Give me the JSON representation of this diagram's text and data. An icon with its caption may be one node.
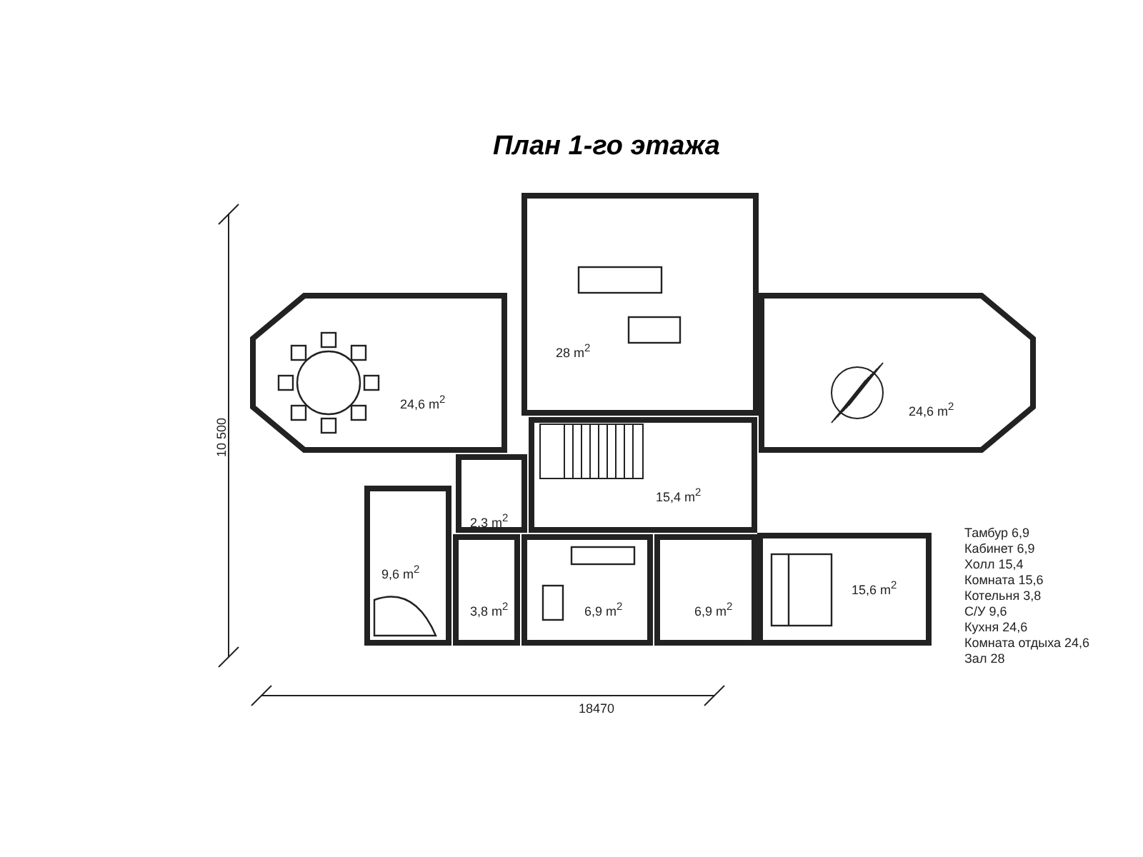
{
  "diagram": {
    "title": "План 1-го этажа",
    "nodes": [
      {
        "text": [
          "28 m$^{2}$"
        ]
      },
      {
        "text": [
          "24,6 m$^{2}$"
        ]
      },
      {
        "text": [
          "24,6 m$^{2}$"
        ]
      },
      {
        "text": [
          "15,4 m$^{2}$"
        ]
      },
      {
        "text": [
          "2,3 m$^{2}$"
        ]
      },
      {
        "text": [
          "9,6 m$^{2}$"
        ]
      },
      {
        "text": [
          "15,6 m$^{2}$"
        ]
      },
      {
        "text": [
          "3,8 m$^{2}$"
        ]
      },
      {
        "text": [
          "6,9 m$^{2}$"
        ]
      },
      {
        "text": [
          "6,9 m$^{2}$"
        ]
      }
    ],
    "labels": [
      "10 500",
      "18470",
      "Тамбур 6,9",
      "Кабинет 6,9",
      "Холл 15,4",
      "Комната 15,6",
      "Котельня 3,8",
      "С/У 9,6",
      "Кухня 24,6",
      "Комната отдыха 24,6",
      "Зал 28"
    ]
  }
}
